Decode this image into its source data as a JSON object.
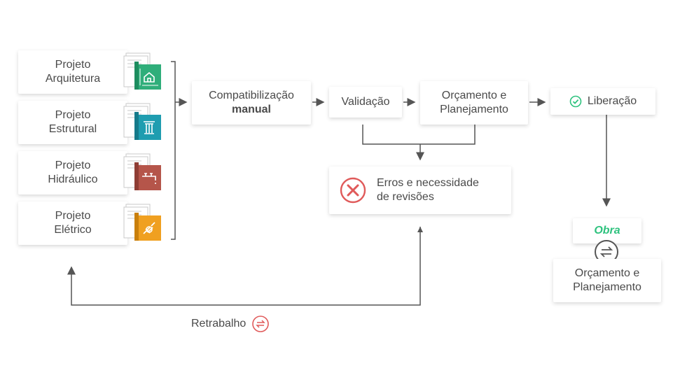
{
  "projects": [
    {
      "line1": "Projeto",
      "line2": "Arquitetura",
      "icon": "house-blueprint-icon",
      "color": "#2fae7a"
    },
    {
      "line1": "Projeto",
      "line2": "Estrutural",
      "icon": "column-icon",
      "color": "#1f9db0"
    },
    {
      "line1": "Projeto",
      "line2": "Hidráulico",
      "icon": "faucet-icon",
      "color": "#b5554a"
    },
    {
      "line1": "Projeto",
      "line2": "Elétrico",
      "icon": "plug-icon",
      "color": "#f0a020"
    }
  ],
  "compat": {
    "line1": "Compatibilização",
    "line2": "manual"
  },
  "validacao": "Validação",
  "orcamento1": {
    "line1": "Orçamento e",
    "line2": "Planejamento"
  },
  "liberacao": "Liberação",
  "erros": {
    "line1": "Erros e necessidade",
    "line2": "de revisões"
  },
  "obra": "Obra",
  "orcamento2": {
    "line1": "Orçamento e",
    "line2": "Planejamento"
  },
  "retrabalho": "Retrabalho",
  "colors": {
    "arrow": "#555555",
    "error": "#e05a5a",
    "ok": "#2ec27e",
    "text": "#4a4a4a"
  }
}
